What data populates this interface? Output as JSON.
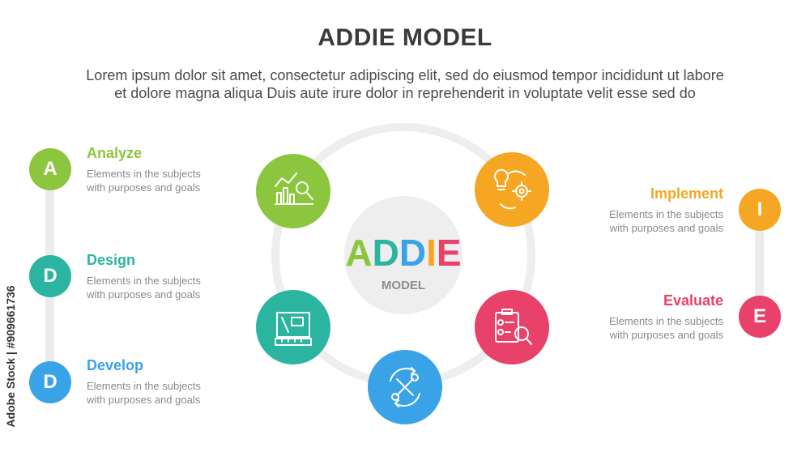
{
  "title": "ADDIE MODEL",
  "subtitle_line1": "Lorem ipsum dolor sit amet, consectetur adipiscing elit, sed do eiusmod tempor incididunt ut labore",
  "subtitle_line2": "et dolore magna aliqua Duis aute irure dolor in reprehenderit in voluptate velit esse sed do",
  "center": {
    "letters": [
      {
        "char": "A",
        "color": "#8cc63f"
      },
      {
        "char": "D",
        "color": "#2bb5a0"
      },
      {
        "char": "D",
        "color": "#3aa3e8"
      },
      {
        "char": "I",
        "color": "#f5a623"
      },
      {
        "char": "E",
        "color": "#e8416a"
      }
    ],
    "subtitle": "MODEL"
  },
  "phases": [
    {
      "letter": "A",
      "title": "Analyze",
      "desc_line1": "Elements in the subjects",
      "desc_line2": "with purposes and goals",
      "color": "#8cc63f",
      "icon": "analytics-chart-icon"
    },
    {
      "letter": "D",
      "title": "Design",
      "desc_line1": "Elements in the subjects",
      "desc_line2": "with purposes and goals",
      "color": "#2bb5a0",
      "icon": "blueprint-design-icon"
    },
    {
      "letter": "D",
      "title": "Develop",
      "desc_line1": "Elements in the subjects",
      "desc_line2": "with purposes and goals",
      "color": "#3aa3e8",
      "icon": "tools-cycle-icon"
    },
    {
      "letter": "I",
      "title": "Implement",
      "desc_line1": "Elements in the subjects",
      "desc_line2": "with purposes and goals",
      "color": "#f5a623",
      "icon": "idea-gear-icon"
    },
    {
      "letter": "E",
      "title": "Evaluate",
      "desc_line1": "Elements in the subjects",
      "desc_line2": "with purposes and goals",
      "color": "#e8416a",
      "icon": "clipboard-search-icon"
    }
  ],
  "watermark": "Adobe Stock | #909661736"
}
